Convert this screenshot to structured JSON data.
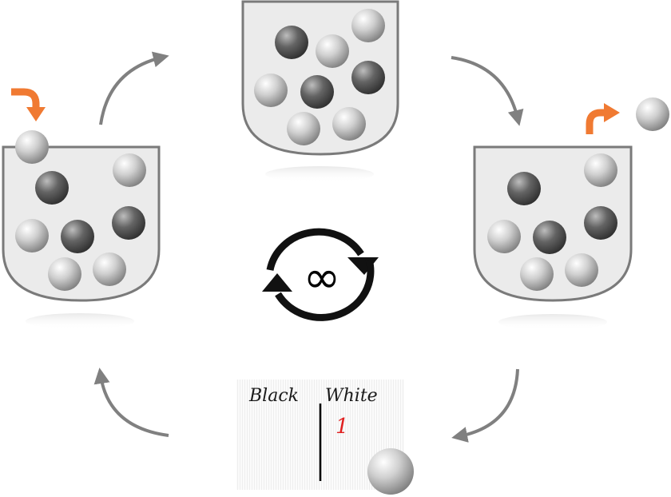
{
  "diagram": {
    "infinity_symbol": "∞",
    "tally": {
      "col_black_label": "Black",
      "col_white_label": "White",
      "white_count_mark": "1"
    },
    "colors": {
      "urn_fill": "#ebebeb",
      "urn_stroke": "#7a7a7a",
      "cycle_arrow": "#808080",
      "action_arrow": "#f07a32",
      "tally_mark": "#e02020"
    },
    "urns": [
      {
        "id": "urn-left",
        "role": "ball added (white)"
      },
      {
        "id": "urn-top",
        "role": "mixed urn"
      },
      {
        "id": "urn-right",
        "role": "ball drawn (white)"
      }
    ],
    "icons": [
      "curved-down-arrow-icon",
      "curved-up-arrow-icon",
      "refresh-cycle-icon",
      "white-ball-icon"
    ]
  }
}
